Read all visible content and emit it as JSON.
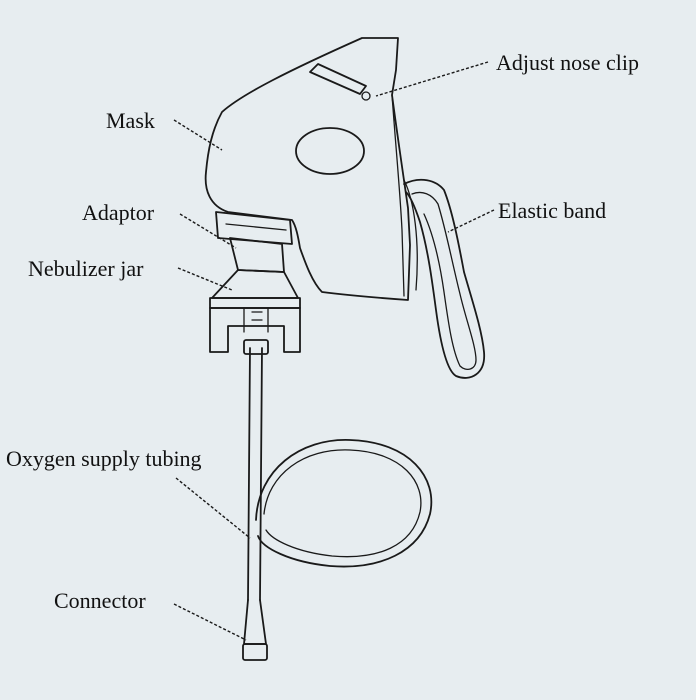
{
  "labels": {
    "adjust_nose_clip": "Adjust nose clip",
    "mask": "Mask",
    "elastic_band": "Elastic band",
    "adaptor": "Adaptor",
    "nebulizer_jar": "Nebulizer jar",
    "oxygen_supply_tubing": "Oxygen supply tubing",
    "connector": "Connector"
  }
}
